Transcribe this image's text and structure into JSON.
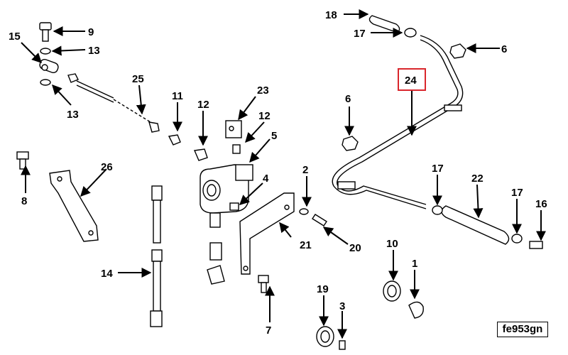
{
  "figure_code": "fe953gn",
  "highlighted_callout": "24",
  "highlight_color": "#d9262c",
  "callouts": [
    {
      "id": "c1",
      "label": "1"
    },
    {
      "id": "c2",
      "label": "2"
    },
    {
      "id": "c3",
      "label": "3"
    },
    {
      "id": "c4",
      "label": "4"
    },
    {
      "id": "c5",
      "label": "5"
    },
    {
      "id": "c6a",
      "label": "6"
    },
    {
      "id": "c6b",
      "label": "6"
    },
    {
      "id": "c7",
      "label": "7"
    },
    {
      "id": "c8",
      "label": "8"
    },
    {
      "id": "c9",
      "label": "9"
    },
    {
      "id": "c10",
      "label": "10"
    },
    {
      "id": "c11",
      "label": "11"
    },
    {
      "id": "c12a",
      "label": "12"
    },
    {
      "id": "c12b",
      "label": "12"
    },
    {
      "id": "c13a",
      "label": "13"
    },
    {
      "id": "c13b",
      "label": "13"
    },
    {
      "id": "c14",
      "label": "14"
    },
    {
      "id": "c15",
      "label": "15"
    },
    {
      "id": "c16",
      "label": "16"
    },
    {
      "id": "c17a",
      "label": "17"
    },
    {
      "id": "c17b",
      "label": "17"
    },
    {
      "id": "c17c",
      "label": "17"
    },
    {
      "id": "c18",
      "label": "18"
    },
    {
      "id": "c19",
      "label": "19"
    },
    {
      "id": "c20",
      "label": "20"
    },
    {
      "id": "c21",
      "label": "21"
    },
    {
      "id": "c22",
      "label": "22"
    },
    {
      "id": "c23",
      "label": "23"
    },
    {
      "id": "c25",
      "label": "25"
    },
    {
      "id": "c26",
      "label": "26"
    }
  ]
}
